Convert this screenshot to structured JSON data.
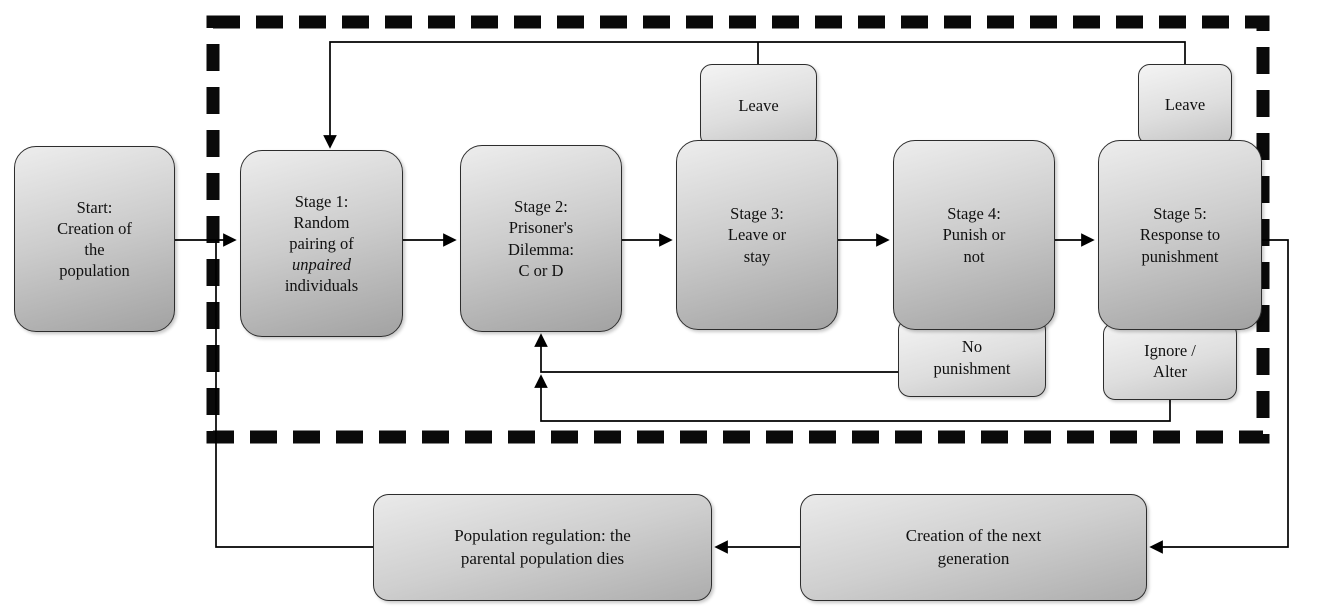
{
  "diagram": {
    "nodes": {
      "start": {
        "label": "Start:\nCreation of\nthe\npopulation"
      },
      "stage1": {
        "prefix": "Stage 1:\nRandom\npairing of\n",
        "italic": "unpaired",
        "suffix": "\nindividuals"
      },
      "stage2": {
        "label": "Stage 2:\nPrisoner's\nDilemma:\nC or D"
      },
      "stage3": {
        "label": "Stage 3:\nLeave or\nstay"
      },
      "stage4": {
        "label": "Stage 4:\nPunish or\nnot"
      },
      "stage5": {
        "label": "Stage 5:\nResponse to\npunishment"
      },
      "leave3": {
        "label": "Leave"
      },
      "leave5": {
        "label": "Leave"
      },
      "no_punishment": {
        "label": "No\npunishment"
      },
      "ignore_alter": {
        "label": "Ignore /\nAlter"
      },
      "next_generation": {
        "label": "Creation of the next\ngeneration"
      },
      "population_regulation": {
        "label": "Population regulation: the\nparental population dies"
      }
    },
    "colors": {
      "background": "#ffffff",
      "box_border": "#2d2d2d",
      "box_fill_light": "#ededed",
      "box_fill_dark": "#a2a2a2",
      "connector": "#000000",
      "dashed_boundary": "#0a0a0a"
    }
  }
}
